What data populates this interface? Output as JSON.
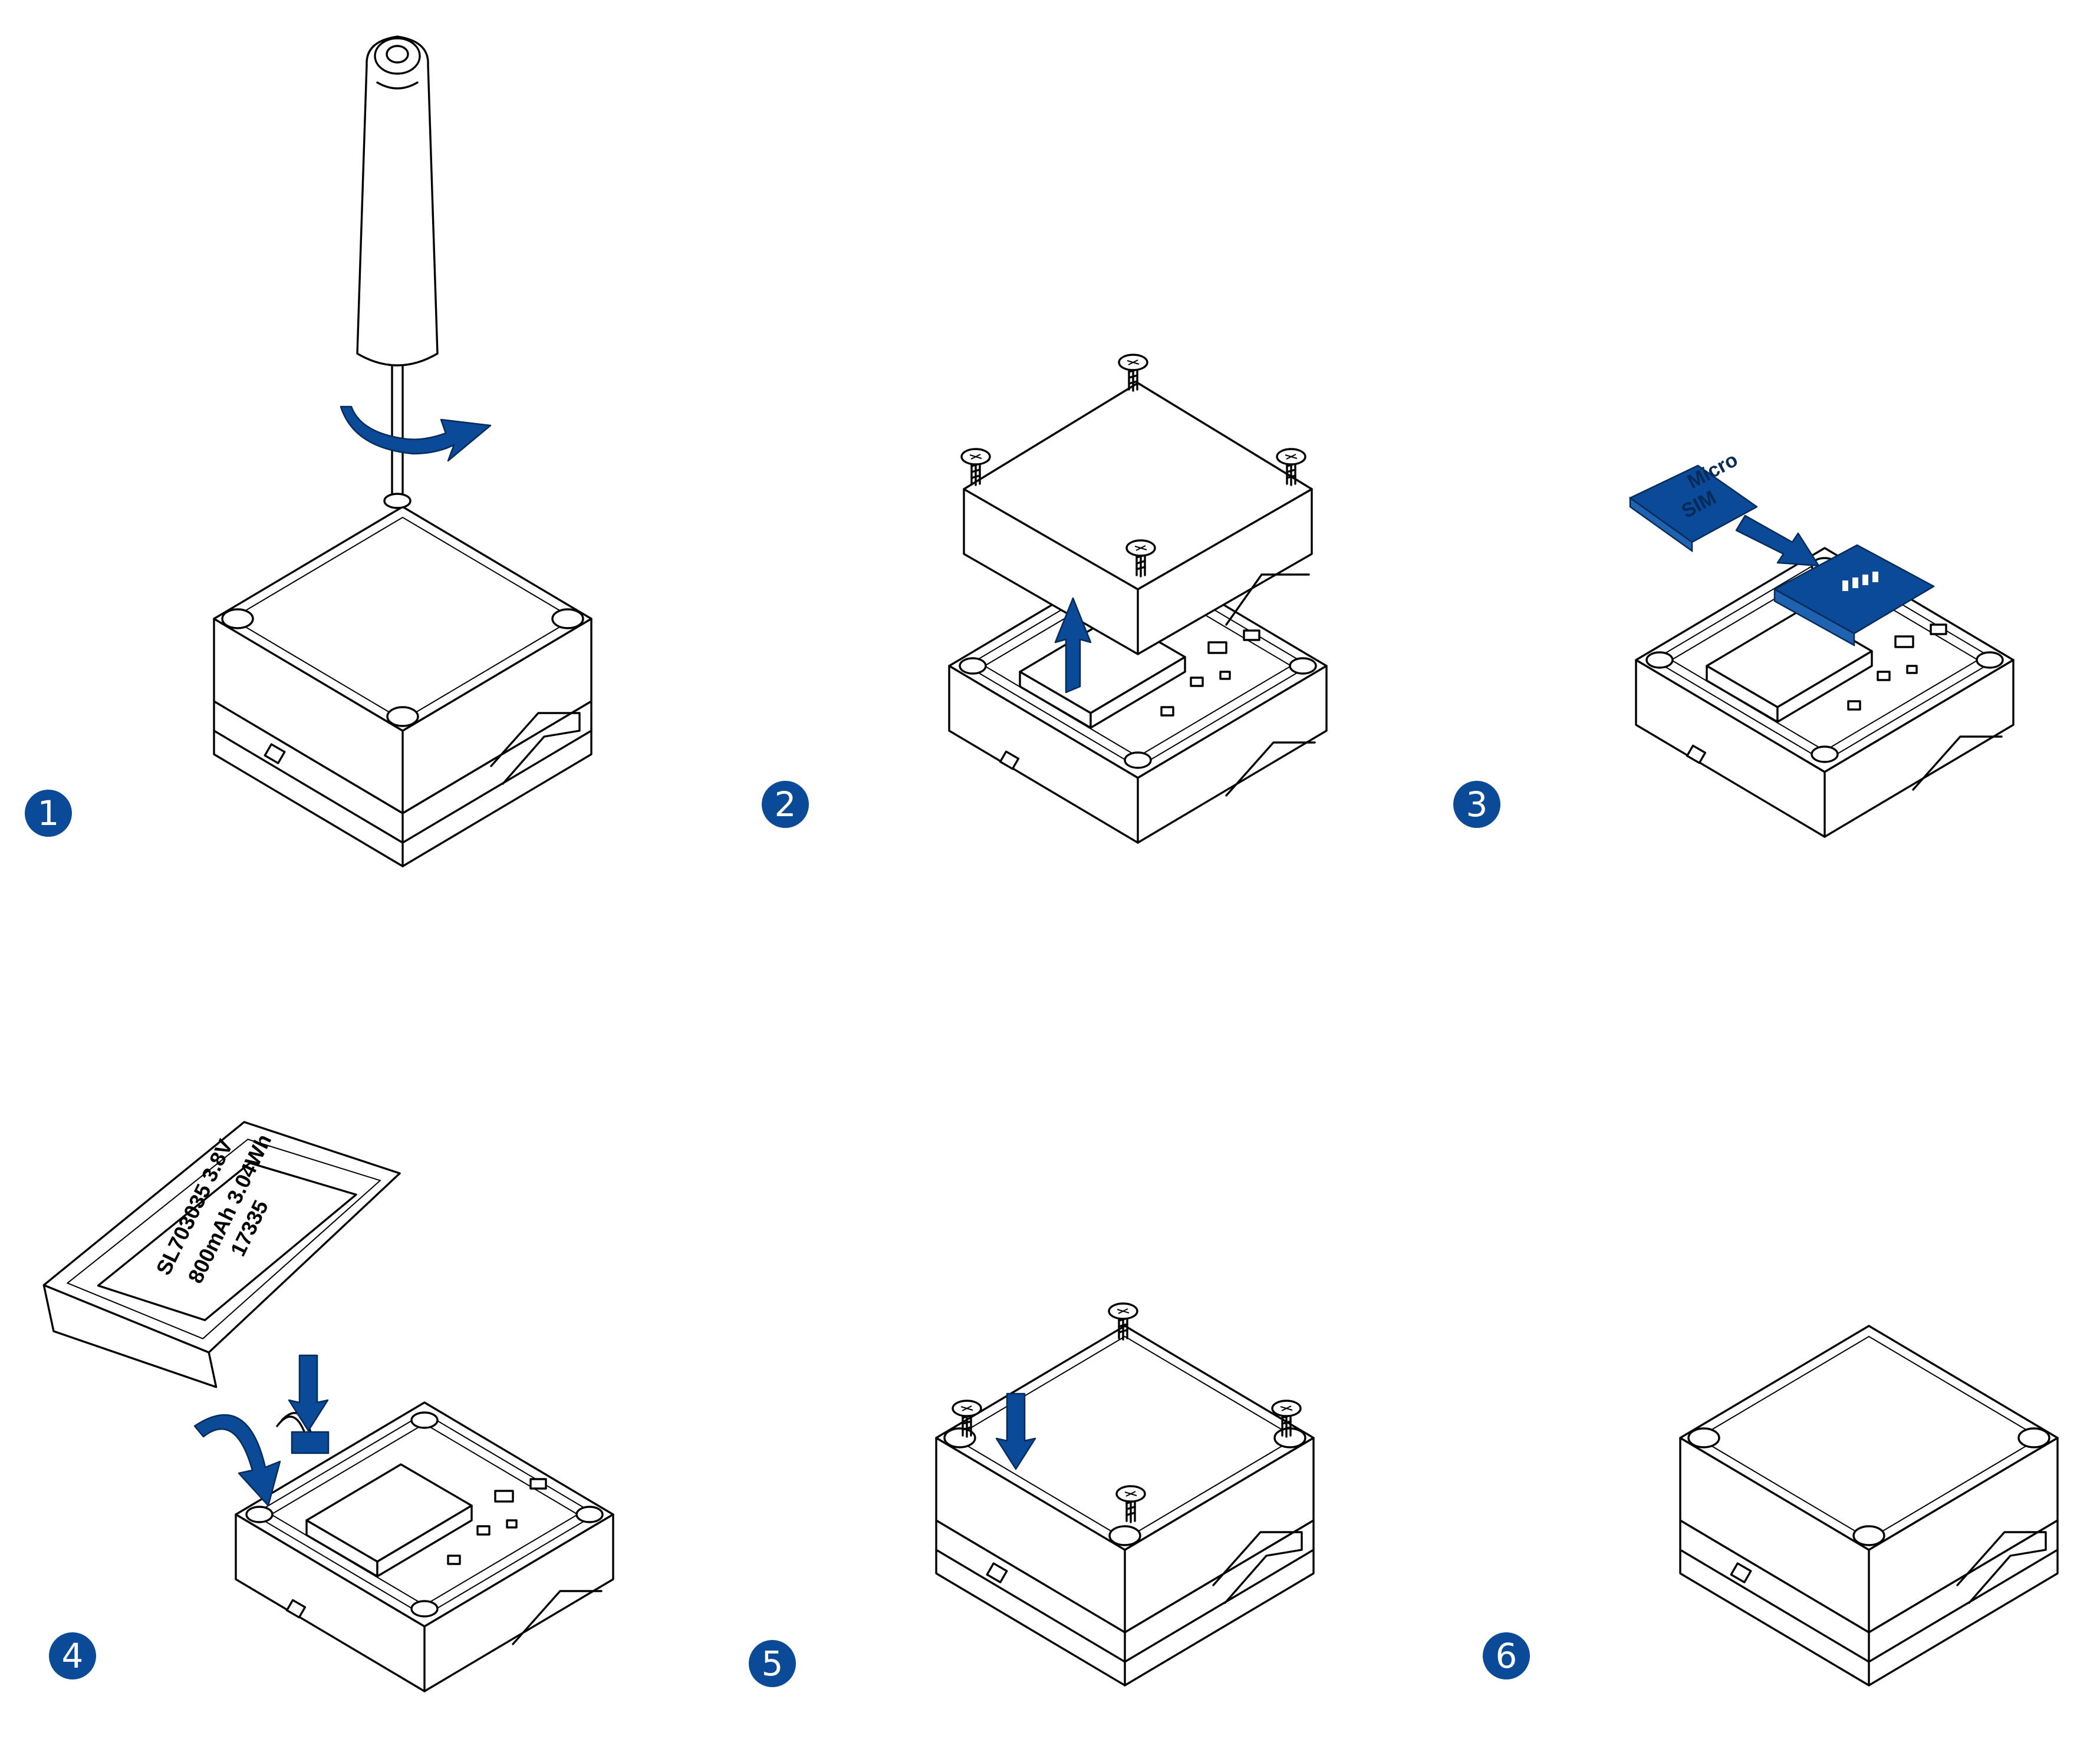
{
  "steps": [
    {
      "number": "1"
    },
    {
      "number": "2"
    },
    {
      "number": "3"
    },
    {
      "number": "4"
    },
    {
      "number": "5"
    },
    {
      "number": "6"
    }
  ],
  "sim_card": {
    "line1": "Micro",
    "line2": "SIM"
  },
  "battery_label": {
    "line1": "SL703035 3.8V",
    "line2": "800mAh 3.04Wh",
    "line3": "17335"
  },
  "colors": {
    "accent": "#0b4a96",
    "line": "#000000",
    "background": "#ffffff"
  }
}
